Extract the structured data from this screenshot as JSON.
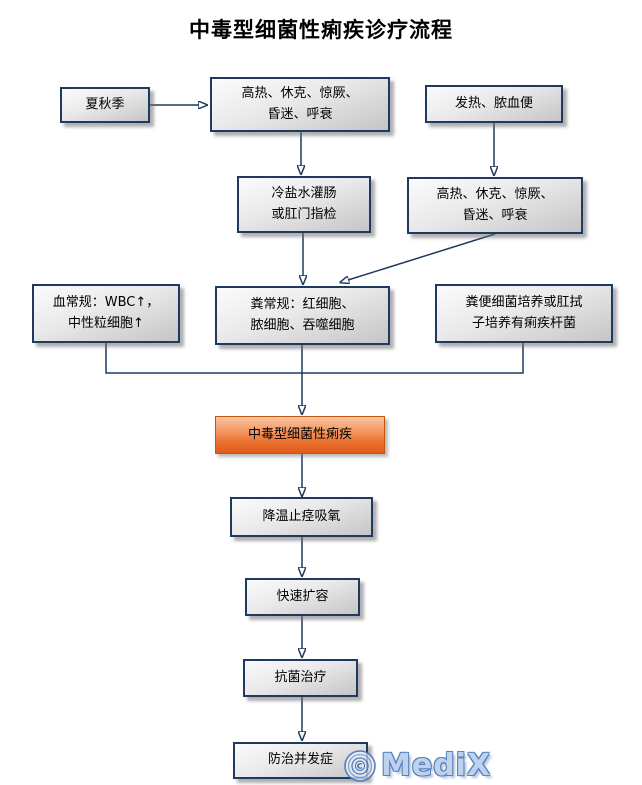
{
  "title": "中毒型细菌性痢疾诊疗流程",
  "flowchart": {
    "nodes": {
      "season": {
        "label": "夏秋季"
      },
      "symptoms_main": {
        "label": "高热、休克、惊厥、\n昏迷、呼衰"
      },
      "fever_stool": {
        "label": "发热、脓血便"
      },
      "enema": {
        "label": "冷盐水灌肠\n或肛门指检"
      },
      "symptoms_right": {
        "label": "高热、休克、惊厥、\n昏迷、呼衰"
      },
      "blood_test": {
        "label": "血常规：WBC↑，\n中性粒细胞↑"
      },
      "stool_test": {
        "label": "粪常规：红细胞、\n脓细胞、吞噬细胞"
      },
      "culture": {
        "label": "粪便细菌培养或肛拭\n子培养有痢疾杆菌"
      },
      "diagnosis": {
        "label": "中毒型细菌性痢疾",
        "highlighted": true
      },
      "treatment_cooling": {
        "label": "降温止痉吸氧"
      },
      "treatment_expansion": {
        "label": "快速扩容"
      },
      "treatment_antibacterial": {
        "label": "抗菌治疗"
      },
      "treatment_complications": {
        "label": "防治并发症"
      }
    },
    "edges": [
      {
        "from": "season",
        "to": "symptoms_main"
      },
      {
        "from": "symptoms_main",
        "to": "enema"
      },
      {
        "from": "fever_stool",
        "to": "symptoms_right"
      },
      {
        "from": "enema",
        "to": "stool_test"
      },
      {
        "from": "symptoms_right",
        "to": "stool_test"
      },
      {
        "from": "blood_test",
        "to": "diagnosis"
      },
      {
        "from": "stool_test",
        "to": "diagnosis"
      },
      {
        "from": "culture",
        "to": "diagnosis"
      },
      {
        "from": "diagnosis",
        "to": "treatment_cooling"
      },
      {
        "from": "treatment_cooling",
        "to": "treatment_expansion"
      },
      {
        "from": "treatment_expansion",
        "to": "treatment_antibacterial"
      },
      {
        "from": "treatment_antibacterial",
        "to": "treatment_complications"
      }
    ]
  },
  "watermark": {
    "symbol": "©",
    "text": "MediX"
  },
  "colors": {
    "node_border": "#1f3a5f",
    "node_fill_top": "#fbfbfb",
    "node_fill_bottom": "#c5c5c5",
    "highlight_fill_top": "#fbc5a4",
    "highlight_fill_bottom": "#e25c1c",
    "highlight_border": "#c3560f",
    "arrow": "#1f3a5f",
    "watermark_blue": "#4a77bb",
    "background": "#ffffff"
  }
}
